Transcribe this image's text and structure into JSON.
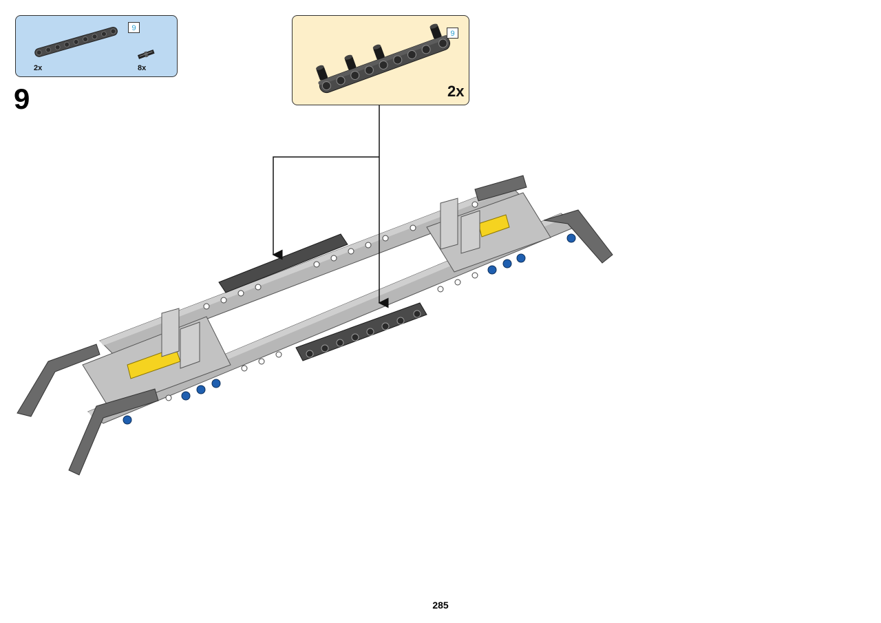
{
  "parts_callout": {
    "beam_length": "9",
    "beam_qty": "2x",
    "pin_qty": "8x"
  },
  "subassembly_callout": {
    "beam_length": "9",
    "qty": "2x"
  },
  "step_number": "9",
  "page_number": "285",
  "colors": {
    "parts_bg": "#bcd9f2",
    "sub_bg": "#fdefc9",
    "dark_gray": "#4a4a4a",
    "light_gray": "#bdbdbd",
    "blue": "#1f5fb0",
    "yellow": "#f5d320"
  }
}
